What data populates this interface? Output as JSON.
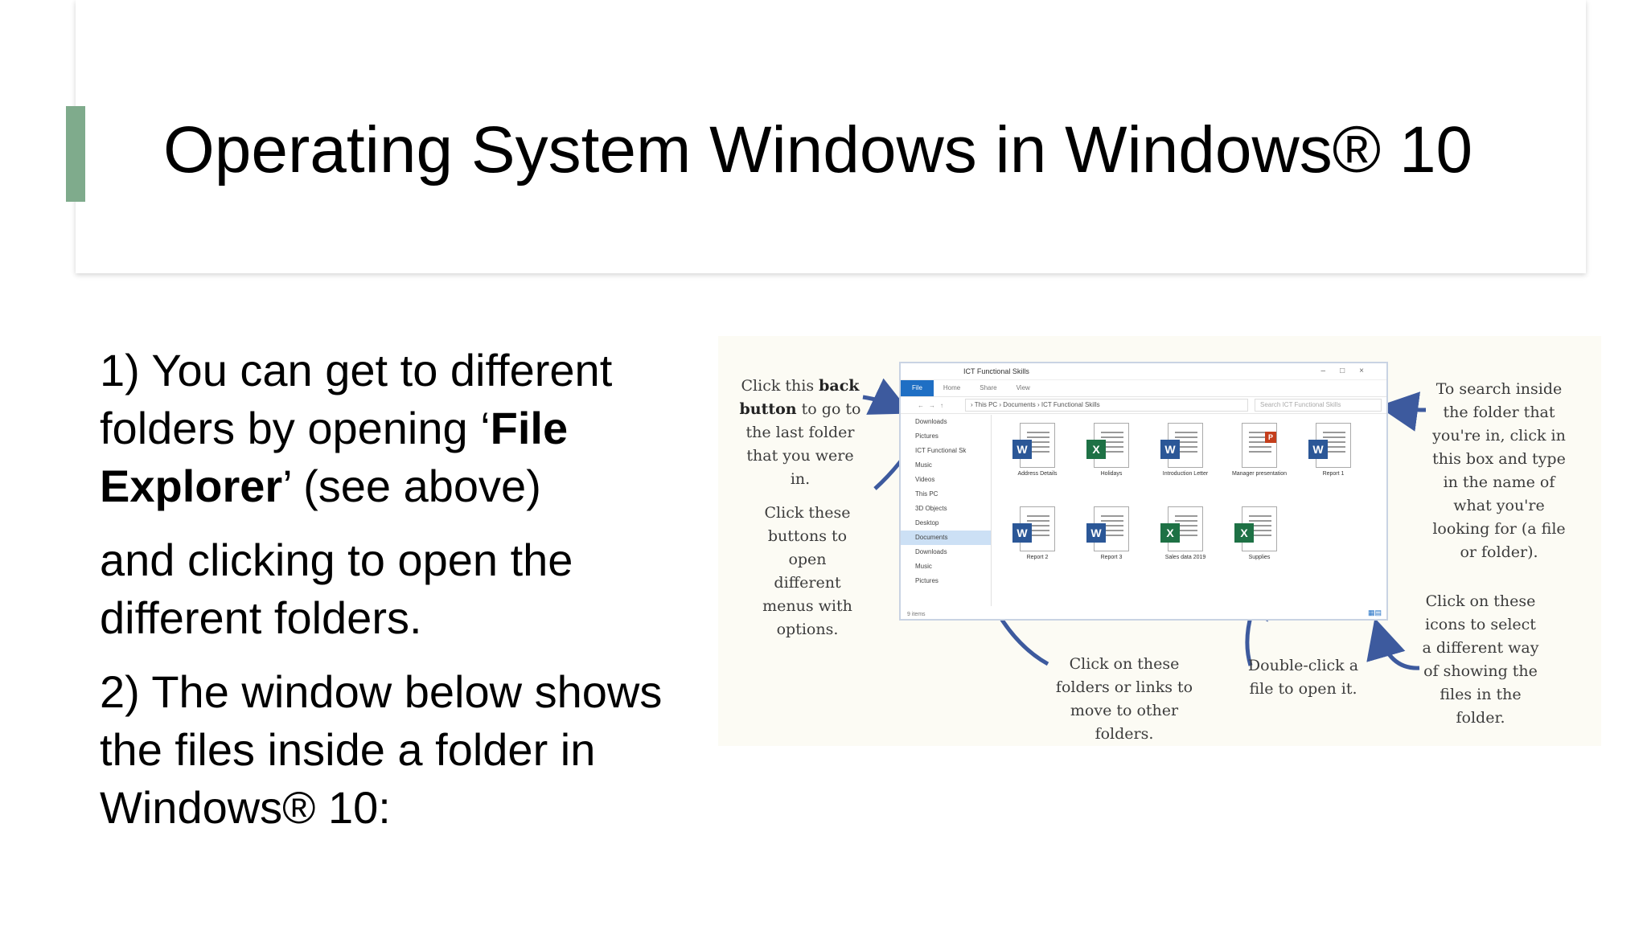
{
  "slide": {
    "title": "Operating System Windows in Windows® 10",
    "accent_color": "#7fab8c"
  },
  "body": {
    "p1_before": "1) You can get to different folders by opening ‘",
    "p1_bold": "File Explorer",
    "p1_after": "’ (see above)",
    "p2": "and clicking to open the different folders.",
    "p3": "2) The window below shows the files inside a folder in Windows® 10:"
  },
  "figure": {
    "callouts": {
      "back_before": "Click this ",
      "back_bold": "back button",
      "back_after": " to go to the last folder that you were in.",
      "buttons": "Click these buttons to open different menus with options.",
      "folders": "Click on these folders or links to move to other folders.",
      "doubleclick": "Double-click a file to open it.",
      "search": "To search inside the folder that you're in, click in this box and type in the name of what you're looking for (a file or folder).",
      "views": "Click on these icons to select a different way of showing the files in the folder."
    },
    "window": {
      "title": "ICT Functional Skills",
      "ribbon_tabs": [
        "File",
        "Home",
        "Share",
        "View"
      ],
      "address_path": "› This PC › Documents › ICT Functional Skills",
      "search_placeholder": "Search ICT Functional Skills",
      "nav_items": [
        "Downloads",
        "Pictures",
        "ICT Functional Sk",
        "Music",
        "Videos",
        "This PC",
        "3D Objects",
        "Desktop",
        "Documents",
        "Downloads",
        "Music",
        "Pictures"
      ],
      "status": "9 items",
      "files": [
        {
          "name": "Address Details",
          "type": "W"
        },
        {
          "name": "Holidays",
          "type": "X"
        },
        {
          "name": "Introduction Letter",
          "type": "W"
        },
        {
          "name": "Manager presentation",
          "type": "P"
        },
        {
          "name": "Report 1",
          "type": "W"
        },
        {
          "name": "Report 2",
          "type": "W"
        },
        {
          "name": "Report 3",
          "type": "W"
        },
        {
          "name": "Sales data 2019",
          "type": "X"
        },
        {
          "name": "Supplies",
          "type": "X"
        }
      ]
    },
    "arrow_color": "#3d5a9e"
  }
}
